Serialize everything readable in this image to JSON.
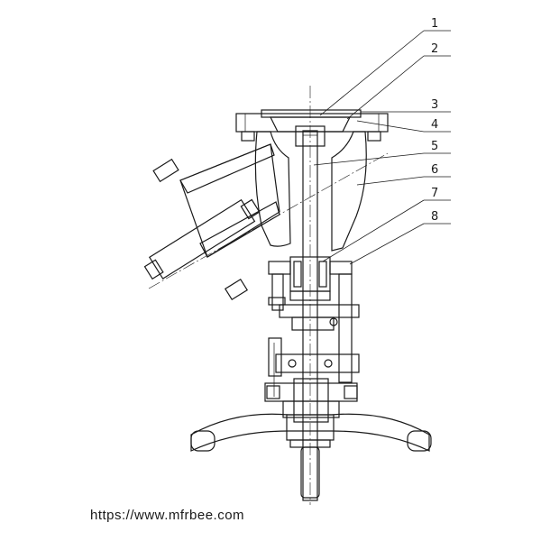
{
  "drawing": {
    "subject": "Y-type globe valve sectional drawing with handwheel",
    "part_labels": [
      "1",
      "2",
      "3",
      "4",
      "5",
      "6",
      "7",
      "8"
    ]
  },
  "watermark": {
    "text": "https://www.mfrbee.com"
  }
}
